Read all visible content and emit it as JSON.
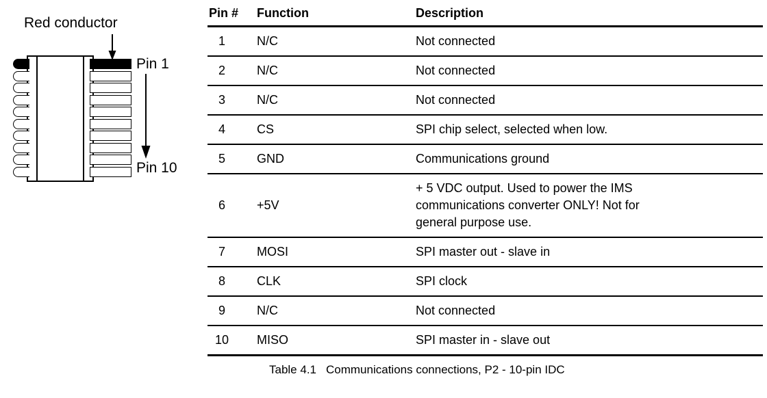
{
  "figure": {
    "red_conductor_label": "Red conductor",
    "pin1_label": "Pin 1",
    "pin10_label": "Pin 10",
    "pin_count": 10,
    "highlighted_pin": 1,
    "colors": {
      "line": "#000000",
      "fill_highlight": "#000000",
      "background": "#ffffff"
    }
  },
  "table": {
    "headers": {
      "pin": "Pin #",
      "function": "Function",
      "description": "Description"
    },
    "rows": [
      {
        "pin": "1",
        "function": "N/C",
        "description_lines": [
          "Not connected"
        ]
      },
      {
        "pin": "2",
        "function": "N/C",
        "description_lines": [
          "Not connected"
        ]
      },
      {
        "pin": "3",
        "function": "N/C",
        "description_lines": [
          "Not connected"
        ]
      },
      {
        "pin": "4",
        "function": "CS",
        "description_lines": [
          "SPI chip select, selected when low."
        ]
      },
      {
        "pin": "5",
        "function": "GND",
        "description_lines": [
          "Communications ground"
        ]
      },
      {
        "pin": "6",
        "function": "+5V",
        "description_lines": [
          "+ 5 VDC output. Used to power the IMS",
          "communications converter ONLY! Not for",
          "general purpose use."
        ]
      },
      {
        "pin": "7",
        "function": "MOSI",
        "description_lines": [
          "SPI master out - slave in"
        ]
      },
      {
        "pin": "8",
        "function": "CLK",
        "description_lines": [
          "SPI clock"
        ]
      },
      {
        "pin": "9",
        "function": "N/C",
        "description_lines": [
          "Not connected"
        ]
      },
      {
        "pin": "10",
        "function": "MISO",
        "description_lines": [
          "SPI master in - slave out"
        ]
      }
    ]
  },
  "caption": {
    "label": "Table 4.1",
    "text": "Communications connections, P2 - 10-pin IDC"
  }
}
